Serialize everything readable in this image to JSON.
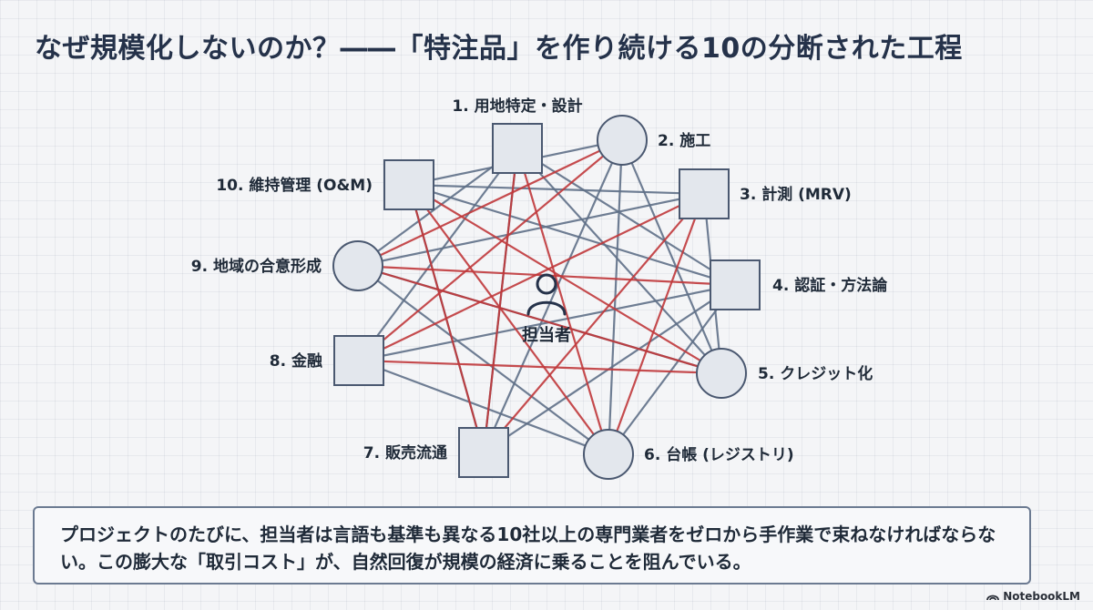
{
  "title": "なぜ規模化しないのか？――「特注品」を作り続ける10の分断された工程",
  "center": {
    "label": "担当者",
    "icon": "person-icon"
  },
  "nodes": [
    {
      "label": "1. 用地特定・設計",
      "shape": "square"
    },
    {
      "label": "2. 施工",
      "shape": "circle"
    },
    {
      "label": "3. 計測 (MRV)",
      "shape": "square"
    },
    {
      "label": "4. 認証・方法論",
      "shape": "square"
    },
    {
      "label": "5. クレジット化",
      "shape": "circle"
    },
    {
      "label": "6. 台帳 (レジストリ)",
      "shape": "circle"
    },
    {
      "label": "7. 販売流通",
      "shape": "square"
    },
    {
      "label": "8. 金融",
      "shape": "square"
    },
    {
      "label": "9. 地域の合意形成",
      "shape": "circle"
    },
    {
      "label": "10. 維持管理 (O&M)",
      "shape": "square"
    }
  ],
  "connections": {
    "red": [
      [
        0,
        6
      ],
      [
        0,
        5
      ],
      [
        1,
        7
      ],
      [
        1,
        8
      ],
      [
        2,
        7
      ],
      [
        2,
        5
      ],
      [
        3,
        8
      ],
      [
        4,
        9
      ],
      [
        4,
        7
      ],
      [
        6,
        9
      ],
      [
        5,
        9
      ],
      [
        8,
        4
      ],
      [
        2,
        6
      ]
    ],
    "blue": [
      [
        0,
        3
      ],
      [
        0,
        4
      ],
      [
        0,
        7
      ],
      [
        0,
        6
      ],
      [
        1,
        6
      ],
      [
        1,
        5
      ],
      [
        1,
        9
      ],
      [
        2,
        8
      ],
      [
        2,
        9
      ],
      [
        3,
        6
      ],
      [
        3,
        7
      ],
      [
        3,
        9
      ],
      [
        4,
        8
      ],
      [
        5,
        8
      ],
      [
        5,
        7
      ],
      [
        9,
        6
      ],
      [
        1,
        4
      ],
      [
        0,
        8
      ],
      [
        2,
        4
      ],
      [
        3,
        5
      ]
    ]
  },
  "caption": "プロジェクトのたびに、担当者は言語も基準も異なる10社以上の専門業者をゼロから手作業で束ねなければならない。この膨大な「取引コスト」が、自然回復が規模の経済に乗ることを阻んでいる。",
  "brand": "NotebookLM",
  "colors": {
    "red_line": "#c0393b",
    "blue_line": "#5f7087",
    "node_fill": "#e3e7ed",
    "node_stroke": "#4a5870",
    "text": "#1f2a38"
  }
}
